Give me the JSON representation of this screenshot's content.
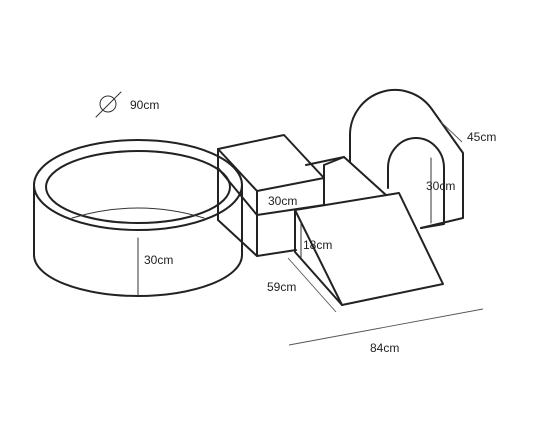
{
  "labels": {
    "diameter": "90cm",
    "pool_height": "30cm",
    "cube_height": "30cm",
    "arch_height": "30cm",
    "arch_depth": "45cm",
    "ramp_height": "18cm",
    "ramp_width": "59cm",
    "total_length": "84cm"
  },
  "colors": {
    "line": "#222222",
    "background": "#ffffff"
  },
  "icons": {
    "diameter": "diameter-symbol-icon"
  }
}
